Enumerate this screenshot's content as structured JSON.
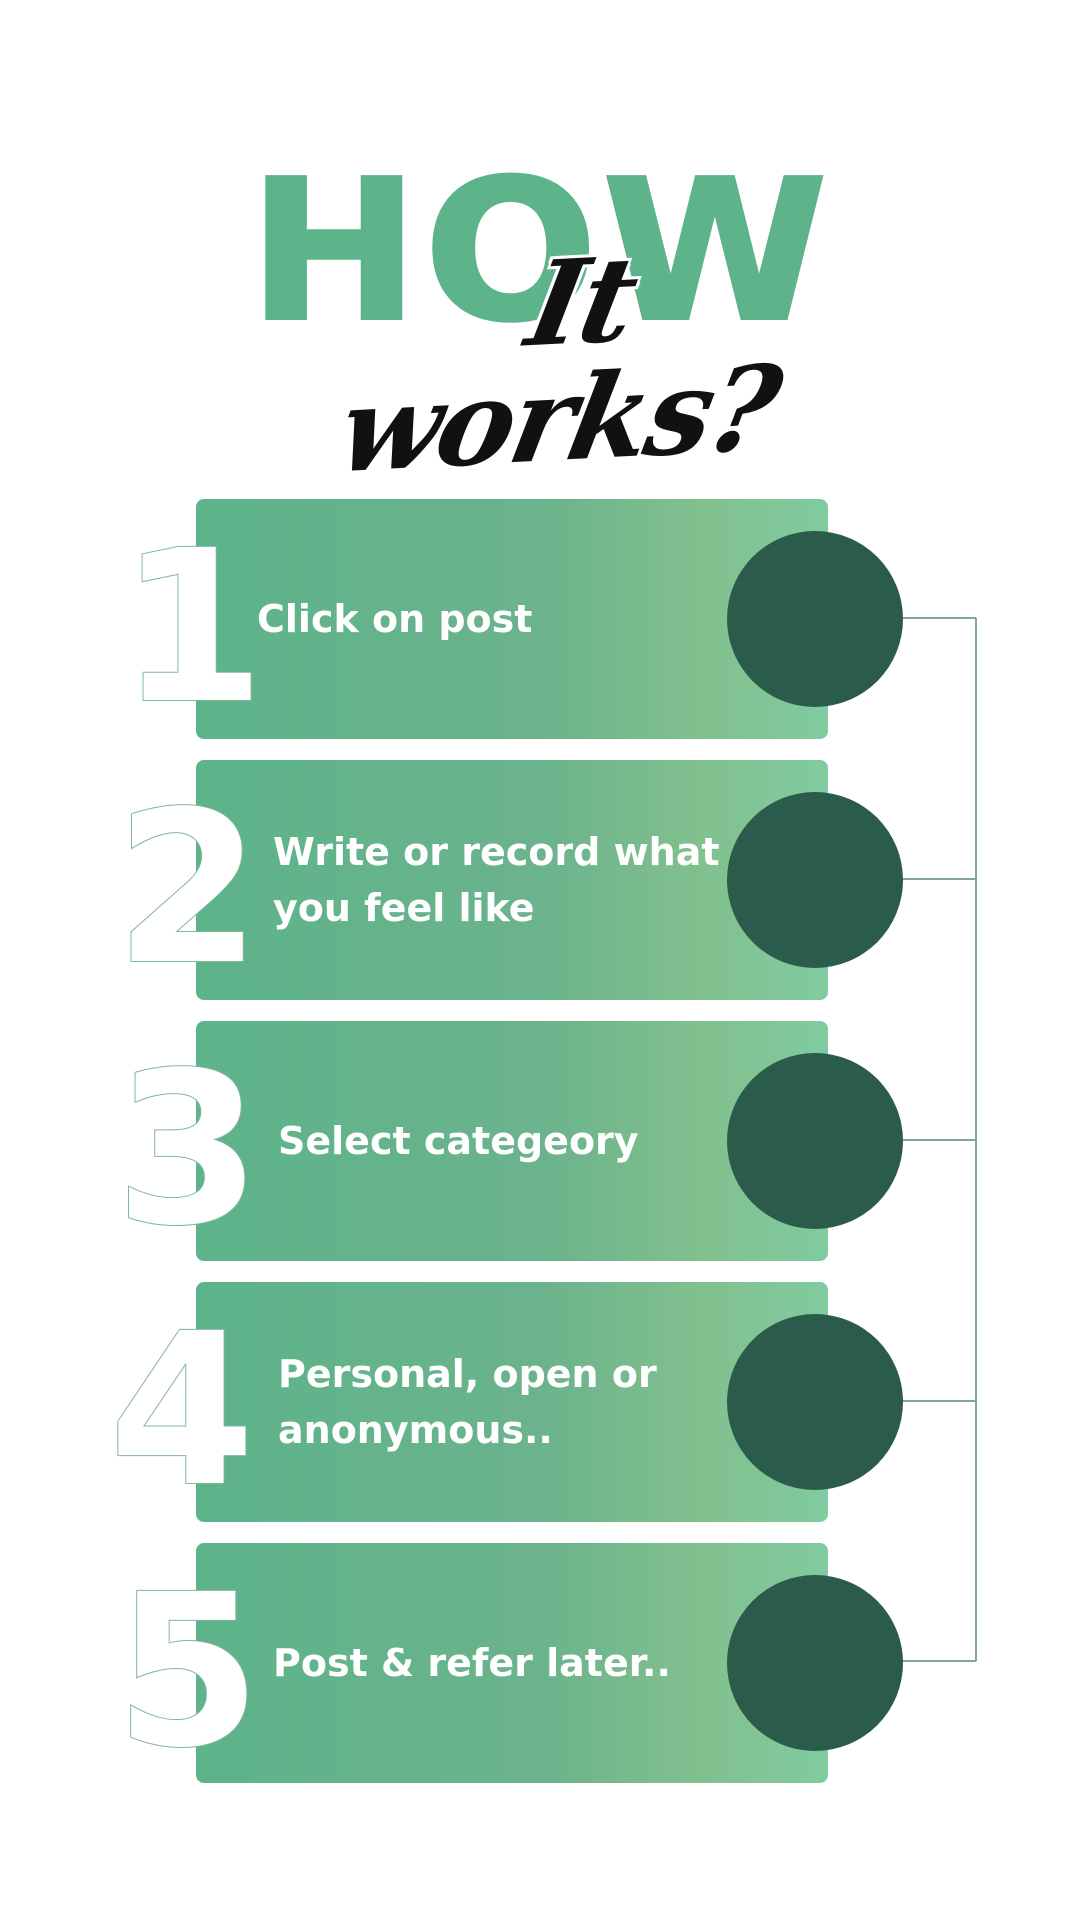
{
  "title": {
    "main": "HOW",
    "sub": "It works?"
  },
  "colors": {
    "accent_green": "#5db38a",
    "circle_dark": "#2b5b4a",
    "connector_line": "#7fa898",
    "text_white": "#ffffff"
  },
  "steps": [
    {
      "number": "1",
      "text": "Click on post"
    },
    {
      "number": "2",
      "text": "Write or record what you feel like"
    },
    {
      "number": "3",
      "text": "Select categeory"
    },
    {
      "number": "4",
      "text": "Personal, open or anonymous.."
    },
    {
      "number": "5",
      "text": "Post & refer later.."
    }
  ]
}
